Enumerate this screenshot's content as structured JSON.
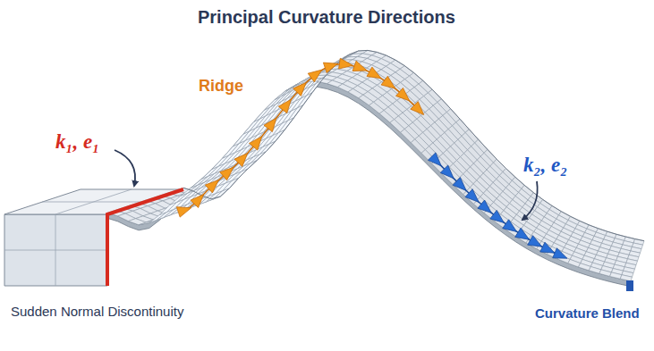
{
  "diagram": {
    "title": "Principal Curvature Directions",
    "labels": [
      "Ridge",
      "k₁, e₁",
      "k₂, e₂",
      "Sudden Normal Discontinuity",
      "Curvature Blend"
    ]
  }
}
